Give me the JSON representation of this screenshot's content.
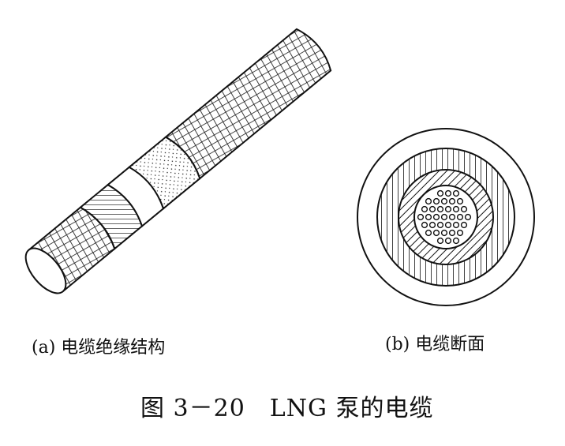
{
  "captions": {
    "a": "(a) 电缆绝缘结构",
    "b": "(b) 电缆断面"
  },
  "figure_title": "图 3－20　LNG 泵的电缆",
  "colors": {
    "ink": "#111111",
    "paper": "#ffffff"
  }
}
